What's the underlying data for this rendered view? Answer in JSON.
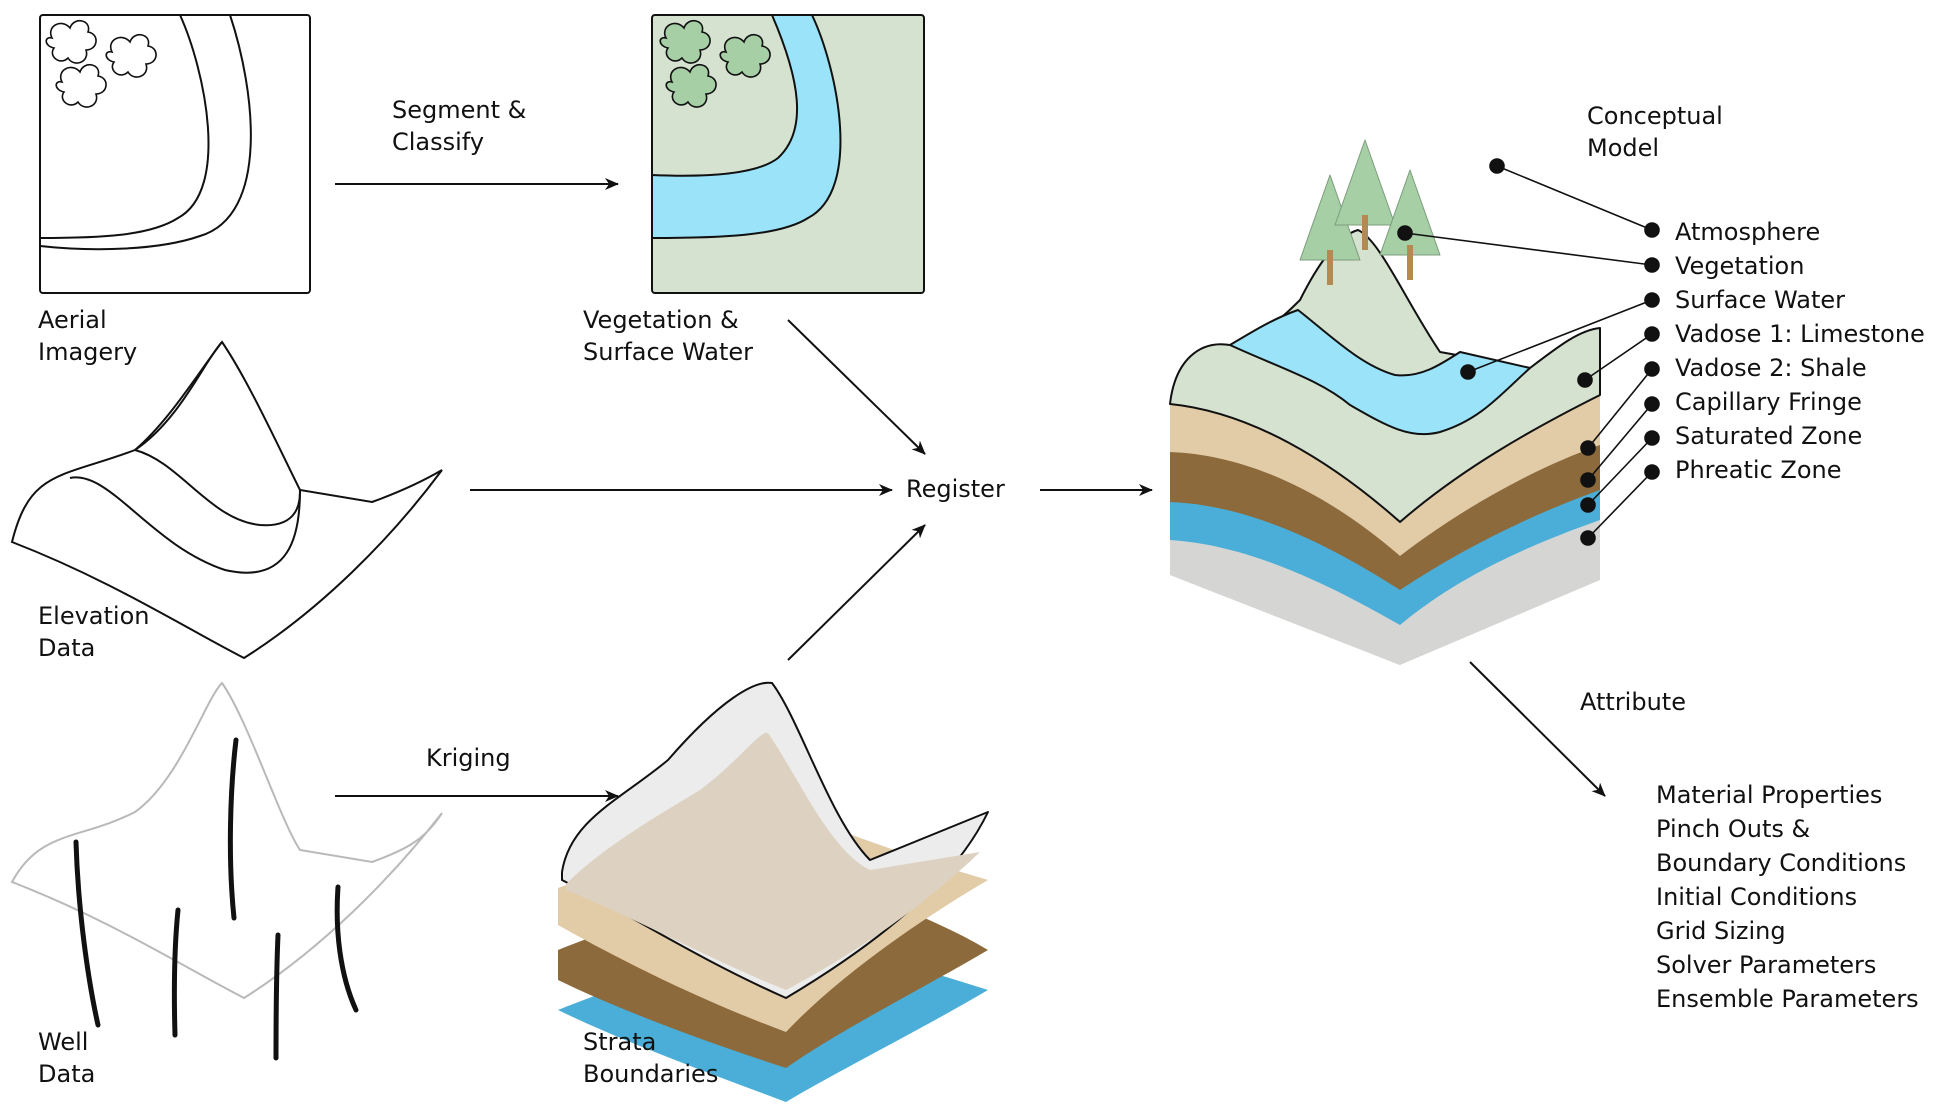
{
  "colors": {
    "vegetation": "#d5e2d0",
    "tree": "#a6cfa6",
    "surface_water": "#9ae3f9",
    "limestone": "#e2cca8",
    "shale": "#8c6a3c",
    "saturated": "#4aaed8",
    "phreatic": "#d5d5d3",
    "strata_top": "#ececec",
    "strata_mid": "#ddd2c1",
    "ink": "#111111"
  },
  "inputs": {
    "aerial": {
      "line1": "Aerial",
      "line2": "Imagery"
    },
    "elevation": {
      "line1": "Elevation",
      "line2": "Data"
    },
    "well": {
      "line1": "Well",
      "line2": "Data"
    }
  },
  "processes": {
    "segment": {
      "line1": "Segment &",
      "line2": "Classify"
    },
    "kriging": "Kriging",
    "register": "Register",
    "attribute": "Attribute"
  },
  "intermediates": {
    "veg_water": {
      "line1": "Vegetation &",
      "line2": "Surface Water"
    },
    "strata": {
      "line1": "Strata",
      "line2": "Boundaries"
    }
  },
  "model": {
    "title": {
      "line1": "Conceptual",
      "line2": "Model"
    },
    "layers": [
      "Atmosphere",
      "Vegetation",
      "Surface Water",
      "Vadose 1: Limestone",
      "Vadose 2: Shale",
      "Capillary Fringe",
      "Saturated Zone",
      "Phreatic Zone"
    ]
  },
  "attributes": [
    "Material Properties",
    "Pinch Outs &",
    "Boundary Conditions",
    "Initial Conditions",
    "Grid Sizing",
    "Solver Parameters",
    "Ensemble Parameters"
  ]
}
